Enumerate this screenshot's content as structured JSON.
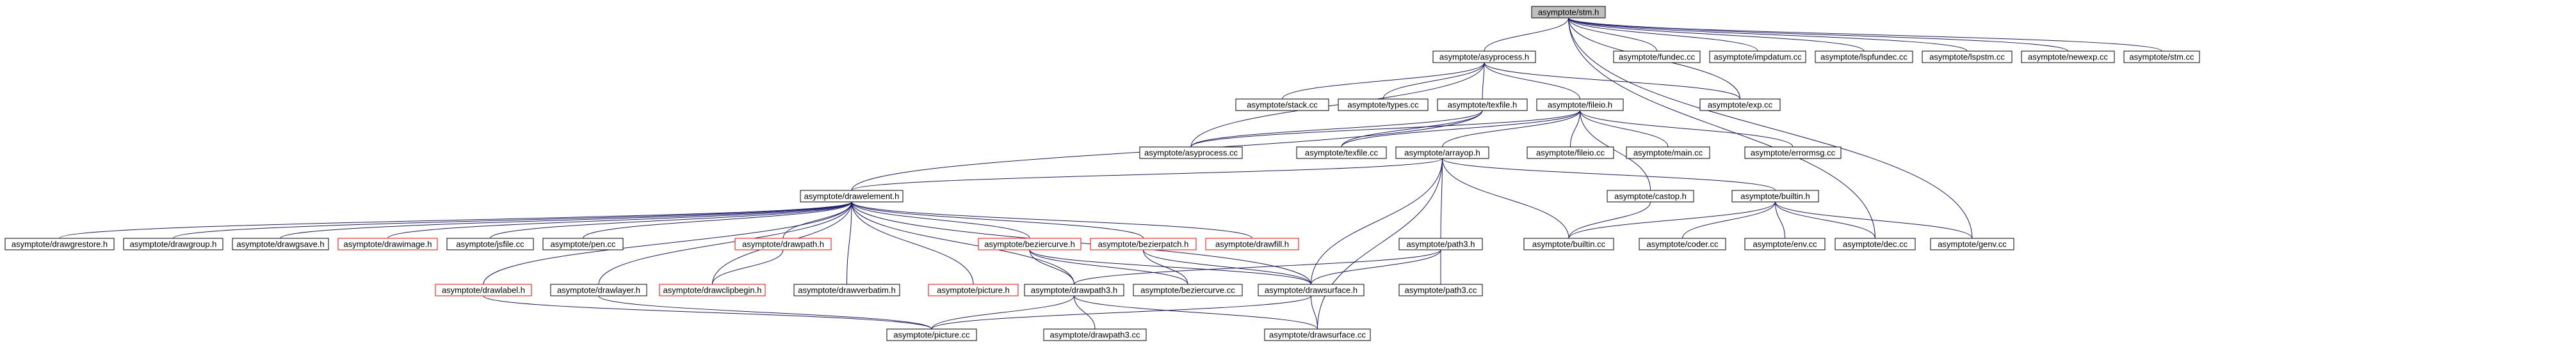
{
  "graph": {
    "title": "",
    "colors": {
      "node_border_black": "#000000",
      "node_border_red": "#ff0000",
      "node_fill": "#ffffff",
      "root_fill": "#bfbfbf",
      "edge": "#191970",
      "text": "#000000"
    },
    "nodes": [
      {
        "id": "stm_h",
        "label": "asymptote/stm.h",
        "root": true,
        "border": "black"
      },
      {
        "id": "asyprocess_h",
        "label": "asymptote/asyprocess.h",
        "border": "black"
      },
      {
        "id": "fundec_cc",
        "label": "asymptote/fundec.cc",
        "border": "black"
      },
      {
        "id": "impdatum_cc",
        "label": "asymptote/impdatum.cc",
        "border": "black"
      },
      {
        "id": "lspfundec_cc",
        "label": "asymptote/lspfundec.cc",
        "border": "black"
      },
      {
        "id": "lspstm_cc",
        "label": "asymptote/lspstm.cc",
        "border": "black"
      },
      {
        "id": "newexp_cc",
        "label": "asymptote/newexp.cc",
        "border": "black"
      },
      {
        "id": "stm_cc",
        "label": "asymptote/stm.cc",
        "border": "black"
      },
      {
        "id": "stack_cc",
        "label": "asymptote/stack.cc",
        "border": "black"
      },
      {
        "id": "types_cc",
        "label": "asymptote/types.cc",
        "border": "black"
      },
      {
        "id": "texfile_h",
        "label": "asymptote/texfile.h",
        "border": "black"
      },
      {
        "id": "fileio_h",
        "label": "asymptote/fileio.h",
        "border": "black"
      },
      {
        "id": "exp_cc",
        "label": "asymptote/exp.cc",
        "border": "black"
      },
      {
        "id": "asyprocess_cc",
        "label": "asymptote/asyprocess.cc",
        "border": "black"
      },
      {
        "id": "texfile_cc",
        "label": "asymptote/texfile.cc",
        "border": "black"
      },
      {
        "id": "fileio_cc",
        "label": "asymptote/fileio.cc",
        "border": "black"
      },
      {
        "id": "main_cc",
        "label": "asymptote/main.cc",
        "border": "black"
      },
      {
        "id": "errormsg_cc",
        "label": "asymptote/errormsg.cc",
        "border": "black"
      },
      {
        "id": "arrayop_h",
        "label": "asymptote/arrayop.h",
        "border": "black"
      },
      {
        "id": "drawelement_h",
        "label": "asymptote/drawelement.h",
        "border": "black"
      },
      {
        "id": "castop_h",
        "label": "asymptote/castop.h",
        "border": "black"
      },
      {
        "id": "builtin_h",
        "label": "asymptote/builtin.h",
        "border": "black"
      },
      {
        "id": "drawgrestore_h",
        "label": "asymptote/drawgrestore.h",
        "border": "black"
      },
      {
        "id": "drawgroup_h",
        "label": "asymptote/drawgroup.h",
        "border": "black"
      },
      {
        "id": "drawgsave_h",
        "label": "asymptote/drawgsave.h",
        "border": "black"
      },
      {
        "id": "drawimage_h",
        "label": "asymptote/drawimage.h",
        "border": "red"
      },
      {
        "id": "jsfile_cc",
        "label": "asymptote/jsfile.cc",
        "border": "black"
      },
      {
        "id": "pen_cc",
        "label": "asymptote/pen.cc",
        "border": "black"
      },
      {
        "id": "drawpath_h",
        "label": "asymptote/drawpath.h",
        "border": "red"
      },
      {
        "id": "beziercurve_h",
        "label": "asymptote/beziercurve.h",
        "border": "red"
      },
      {
        "id": "bezierpatch_h",
        "label": "asymptote/bezierpatch.h",
        "border": "red"
      },
      {
        "id": "drawfill_h",
        "label": "asymptote/drawfill.h",
        "border": "red"
      },
      {
        "id": "path3_h",
        "label": "asymptote/path3.h",
        "border": "black"
      },
      {
        "id": "builtin_cc",
        "label": "asymptote/builtin.cc",
        "border": "black"
      },
      {
        "id": "coder_cc",
        "label": "asymptote/coder.cc",
        "border": "black"
      },
      {
        "id": "env_cc",
        "label": "asymptote/env.cc",
        "border": "black"
      },
      {
        "id": "dec_cc",
        "label": "asymptote/dec.cc",
        "border": "black"
      },
      {
        "id": "genv_cc",
        "label": "asymptote/genv.cc",
        "border": "black"
      },
      {
        "id": "drawlabel_h",
        "label": "asymptote/drawlabel.h",
        "border": "red"
      },
      {
        "id": "drawlayer_h",
        "label": "asymptote/drawlayer.h",
        "border": "black"
      },
      {
        "id": "drawclipbegin_h",
        "label": "asymptote/drawclipbegin.h",
        "border": "red"
      },
      {
        "id": "drawverbatim_h",
        "label": "asymptote/drawverbatim.h",
        "border": "black"
      },
      {
        "id": "picture_h",
        "label": "asymptote/picture.h",
        "border": "red"
      },
      {
        "id": "drawpath3_h",
        "label": "asymptote/drawpath3.h",
        "border": "black"
      },
      {
        "id": "beziercurve_cc",
        "label": "asymptote/beziercurve.cc",
        "border": "black"
      },
      {
        "id": "drawsurface_h",
        "label": "asymptote/drawsurface.h",
        "border": "black"
      },
      {
        "id": "path3_cc",
        "label": "asymptote/path3.cc",
        "border": "black"
      },
      {
        "id": "picture_cc",
        "label": "asymptote/picture.cc",
        "border": "black"
      },
      {
        "id": "drawpath3_cc",
        "label": "asymptote/drawpath3.cc",
        "border": "black"
      },
      {
        "id": "drawsurface_cc",
        "label": "asymptote/drawsurface.cc",
        "border": "black"
      }
    ],
    "edges": [
      [
        "stm_h",
        "asyprocess_h"
      ],
      [
        "stm_h",
        "fundec_cc"
      ],
      [
        "stm_h",
        "impdatum_cc"
      ],
      [
        "stm_h",
        "lspfundec_cc"
      ],
      [
        "stm_h",
        "lspstm_cc"
      ],
      [
        "stm_h",
        "newexp_cc"
      ],
      [
        "stm_h",
        "stm_cc"
      ],
      [
        "stm_h",
        "exp_cc"
      ],
      [
        "stm_h",
        "dec_cc"
      ],
      [
        "stm_h",
        "genv_cc"
      ],
      [
        "asyprocess_h",
        "stack_cc"
      ],
      [
        "asyprocess_h",
        "types_cc"
      ],
      [
        "asyprocess_h",
        "texfile_h"
      ],
      [
        "asyprocess_h",
        "fileio_h"
      ],
      [
        "asyprocess_h",
        "exp_cc"
      ],
      [
        "asyprocess_h",
        "asyprocess_cc"
      ],
      [
        "texfile_h",
        "asyprocess_cc"
      ],
      [
        "texfile_h",
        "texfile_cc"
      ],
      [
        "texfile_h",
        "drawelement_h"
      ],
      [
        "fileio_h",
        "asyprocess_cc"
      ],
      [
        "fileio_h",
        "fileio_cc"
      ],
      [
        "fileio_h",
        "main_cc"
      ],
      [
        "fileio_h",
        "errormsg_cc"
      ],
      [
        "fileio_h",
        "arrayop_h"
      ],
      [
        "fileio_h",
        "castop_h"
      ],
      [
        "fileio_h",
        "texfile_cc"
      ],
      [
        "arrayop_h",
        "drawelement_h"
      ],
      [
        "arrayop_h",
        "builtin_h"
      ],
      [
        "arrayop_h",
        "builtin_cc"
      ],
      [
        "arrayop_h",
        "path3_h"
      ],
      [
        "arrayop_h",
        "drawsurface_h"
      ],
      [
        "arrayop_h",
        "drawsurface_cc"
      ],
      [
        "castop_h",
        "builtin_cc"
      ],
      [
        "builtin_h",
        "builtin_cc"
      ],
      [
        "builtin_h",
        "coder_cc"
      ],
      [
        "builtin_h",
        "env_cc"
      ],
      [
        "builtin_h",
        "dec_cc"
      ],
      [
        "builtin_h",
        "genv_cc"
      ],
      [
        "drawelement_h",
        "drawgrestore_h"
      ],
      [
        "drawelement_h",
        "drawgroup_h"
      ],
      [
        "drawelement_h",
        "drawgsave_h"
      ],
      [
        "drawelement_h",
        "drawimage_h"
      ],
      [
        "drawelement_h",
        "jsfile_cc"
      ],
      [
        "drawelement_h",
        "pen_cc"
      ],
      [
        "drawelement_h",
        "drawpath_h"
      ],
      [
        "drawelement_h",
        "beziercurve_h"
      ],
      [
        "drawelement_h",
        "bezierpatch_h"
      ],
      [
        "drawelement_h",
        "drawfill_h"
      ],
      [
        "drawelement_h",
        "drawlabel_h"
      ],
      [
        "drawelement_h",
        "drawlayer_h"
      ],
      [
        "drawelement_h",
        "drawclipbegin_h"
      ],
      [
        "drawelement_h",
        "drawverbatim_h"
      ],
      [
        "drawelement_h",
        "picture_h"
      ],
      [
        "drawelement_h",
        "drawpath3_h"
      ],
      [
        "drawelement_h",
        "drawsurface_h"
      ],
      [
        "drawpath_h",
        "drawclipbegin_h"
      ],
      [
        "beziercurve_h",
        "drawpath3_h"
      ],
      [
        "beziercurve_h",
        "beziercurve_cc"
      ],
      [
        "beziercurve_h",
        "drawsurface_h"
      ],
      [
        "bezierpatch_h",
        "beziercurve_cc"
      ],
      [
        "bezierpatch_h",
        "drawsurface_h"
      ],
      [
        "path3_h",
        "drawpath3_h"
      ],
      [
        "path3_h",
        "drawsurface_h"
      ],
      [
        "path3_h",
        "path3_cc"
      ],
      [
        "drawlabel_h",
        "picture_cc"
      ],
      [
        "drawlayer_h",
        "picture_cc"
      ],
      [
        "drawpath3_h",
        "picture_cc"
      ],
      [
        "drawpath3_h",
        "drawpath3_cc"
      ],
      [
        "drawpath3_h",
        "drawsurface_cc"
      ],
      [
        "drawsurface_h",
        "picture_cc"
      ],
      [
        "drawsurface_h",
        "drawsurface_cc"
      ]
    ]
  }
}
